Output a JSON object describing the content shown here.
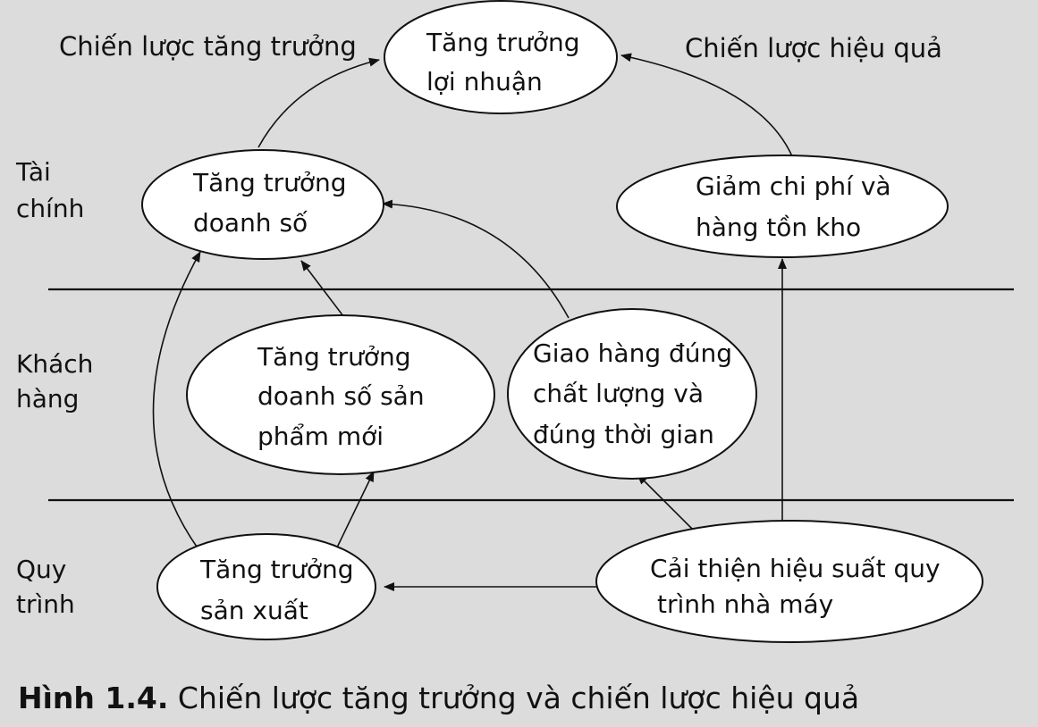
{
  "headers": {
    "growth_strategy": "Chiến lược tăng trưởng",
    "efficiency_strategy": "Chiến lược hiệu quả"
  },
  "layers": [
    [
      "Tài",
      "chính"
    ],
    [
      "Khách",
      "hàng"
    ],
    [
      "Quy",
      "trình"
    ]
  ],
  "nodes": {
    "profit_growth": [
      "Tăng trưởng",
      "lợi nhuận"
    ],
    "revenue_growth": [
      "Tăng trưởng",
      "doanh số"
    ],
    "cost_reduction": [
      "Giảm chi phí và",
      "hàng tồn kho"
    ],
    "new_product_growth": [
      "Tăng trưởng",
      "doanh số sản",
      "phẩm mới"
    ],
    "on_time_delivery": [
      "Giao hàng đúng",
      "chất lượng và",
      "đúng thời gian"
    ],
    "production_growth": [
      "Tăng trưởng",
      "sản xuất"
    ],
    "process_efficiency": [
      "Cải thiện hiệu suất quy",
      "trình nhà máy"
    ]
  },
  "caption": {
    "label": "Hình 1.4.",
    "text": "Chiến lược tăng trưởng và chiến lược hiệu quả"
  }
}
